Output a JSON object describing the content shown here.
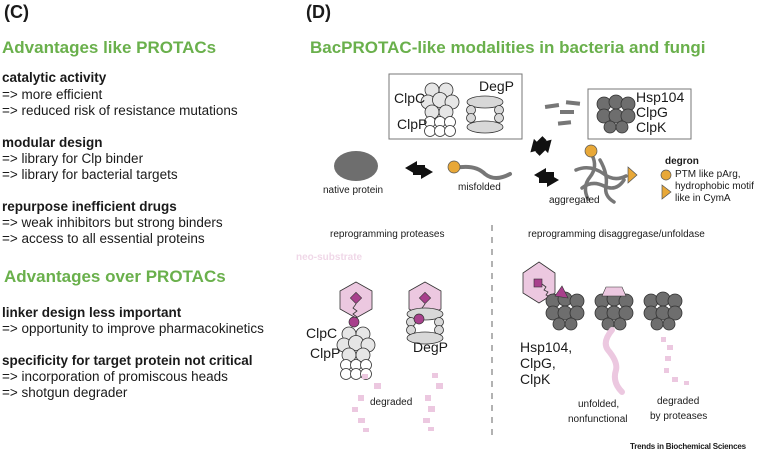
{
  "panel_c": {
    "label": "(C)",
    "section1": {
      "title": "Advantages like PROTACs",
      "groups": [
        {
          "heading": "catalytic activity",
          "points": [
            "=> more efficient",
            "=> reduced risk of resistance mutations"
          ]
        },
        {
          "heading": "modular design",
          "points": [
            "=> library for Clp binder",
            "=> library for bacterial targets"
          ]
        },
        {
          "heading": "repurpose inefficient drugs",
          "points": [
            "=> weak inhibitors but strong binders",
            "=> access to all essential proteins"
          ]
        }
      ]
    },
    "section2": {
      "title": "Advantages over PROTACs",
      "groups": [
        {
          "heading": "linker design less important",
          "points": [
            "=> opportunity to improve pharmacokinetics"
          ]
        },
        {
          "heading": "specificity for target protein not critical",
          "points": [
            "=> incorporation of promiscous heads",
            "=> shotgun degrader"
          ]
        }
      ]
    }
  },
  "panel_d": {
    "label": "(D)",
    "title": "BacPROTAC-like modalities in bacteria and fungi",
    "box_left": {
      "clpc": "ClpC",
      "clpp": "ClpP",
      "degp": "DegP"
    },
    "box_right": {
      "lines": [
        "Hsp104",
        "ClpG",
        "ClpK"
      ]
    },
    "states": {
      "native": "native protein",
      "misfolded": "misfolded",
      "aggregated": "aggregated"
    },
    "degron": {
      "title": "degron",
      "circle": "PTM like pArg,",
      "triangle_1": "hydrophobic motif",
      "triangle_2": "like in CymA"
    },
    "left_section": {
      "title": "reprogramming proteases",
      "neo_substrate": "neo-substrate",
      "clpc": "ClpC",
      "clpp": "ClpP",
      "degp": "DegP",
      "degraded": "degraded"
    },
    "right_section": {
      "title": "reprogramming disaggregase/unfoldase",
      "chaperones": [
        "Hsp104,",
        "ClpG,",
        "ClpK"
      ],
      "unfolded_1": "unfolded,",
      "unfolded_2": "nonfunctional",
      "degraded_1": "degraded",
      "degraded_2": "by proteases"
    },
    "footer": "Trends in Biochemical Sciences"
  },
  "colors": {
    "green": "#6ab04c",
    "pink": "#ecc8e0",
    "magenta": "#a8408c",
    "orange": "#e8a838",
    "dark_gray": "#6e6e6e",
    "light_gray": "#e6e6e6"
  }
}
